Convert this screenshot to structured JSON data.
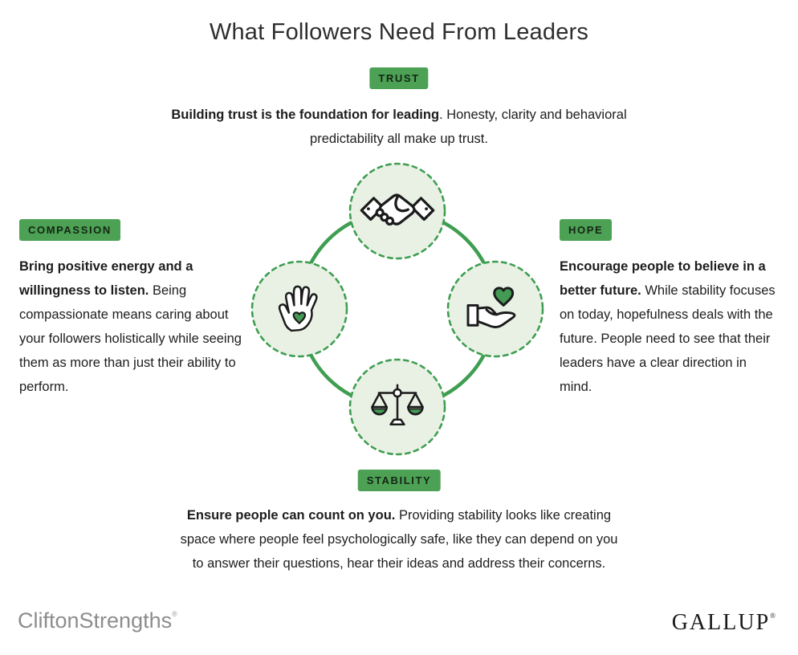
{
  "title": "What Followers Need From Leaders",
  "colors": {
    "badge_green": "#4CA154",
    "line_green": "#3F9E51",
    "circle_fill": "#E9F1E5",
    "heart_green": "#449A54",
    "text_dark": "#1D1D1D",
    "logo_gray": "#8D8D8D"
  },
  "sections": {
    "trust": {
      "label": "TRUST",
      "lead": "Building trust is the foundation for leading",
      "body": ". Honesty, clarity and behavioral predictability all make up trust."
    },
    "compassion": {
      "label": "COMPASSION",
      "lead": "Bring positive energy and a willingness to listen.",
      "body": " Being compassionate means caring about your followers holistically while seeing them as more than just their ability to perform."
    },
    "hope": {
      "label": "HOPE",
      "lead": "Encourage people to believe in a better future.",
      "body": " While stability focuses on today, hopefulness deals with the future. People need to see that their leaders have a clear direction in mind."
    },
    "stability": {
      "label": "STABILITY",
      "lead": "Ensure people can count on you.",
      "body": " Providing stability looks like creating space where people feel psychologically safe, like they can depend on you to answer their questions, hear their ideas and address their concerns."
    }
  },
  "diagram": {
    "icons": [
      {
        "name": "handshake-icon",
        "section": "trust",
        "position": "top"
      },
      {
        "name": "open-hand-heart-icon",
        "section": "compassion",
        "position": "left"
      },
      {
        "name": "hand-holding-heart-icon",
        "section": "hope",
        "position": "right"
      },
      {
        "name": "balance-scale-icon",
        "section": "stability",
        "position": "bottom"
      }
    ]
  },
  "footer": {
    "left_logo": "CliftonStrengths",
    "left_logo_mark": "®",
    "right_logo": "GALLUP",
    "right_logo_mark": "®"
  }
}
